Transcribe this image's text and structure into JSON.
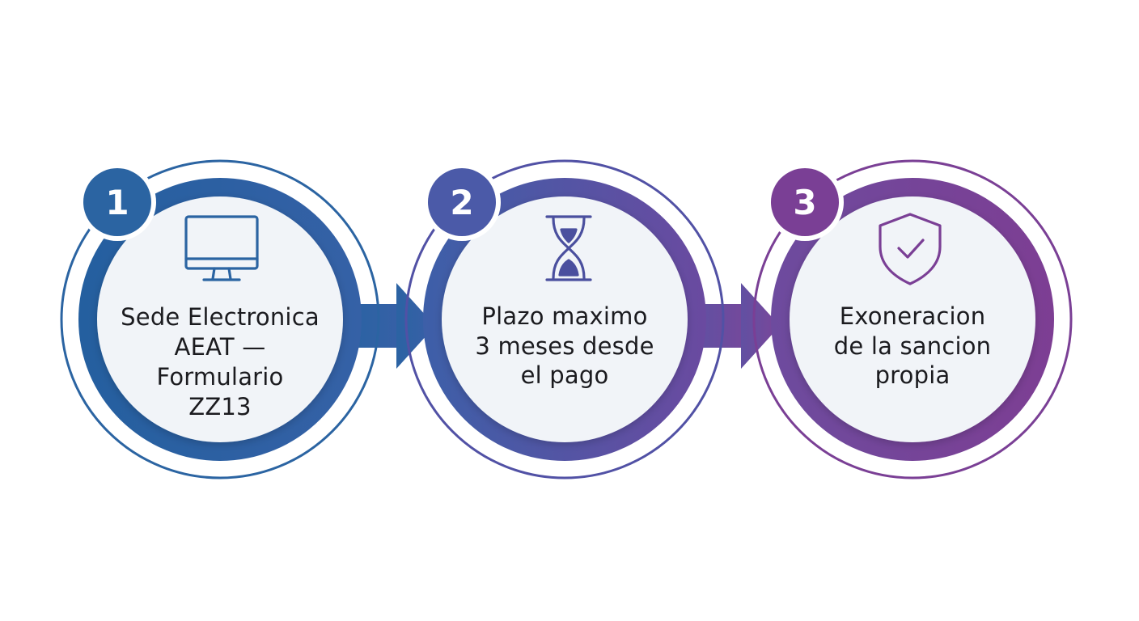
{
  "colors": {
    "step1": "#2b64a2",
    "step2": "#4f52a5",
    "step3": "#7a3f95",
    "circle_fill": "#f1f4f8"
  },
  "steps": [
    {
      "number": "1",
      "icon": "monitor-icon",
      "text": "Sede Electronica\nAEAT —\nFormulario\nZZ13"
    },
    {
      "number": "2",
      "icon": "hourglass-icon",
      "text": "Plazo maximo\n3 meses desde\nel pago"
    },
    {
      "number": "3",
      "icon": "shield-check-icon",
      "text": "Exoneracion\nde la sancion\npropia"
    }
  ]
}
